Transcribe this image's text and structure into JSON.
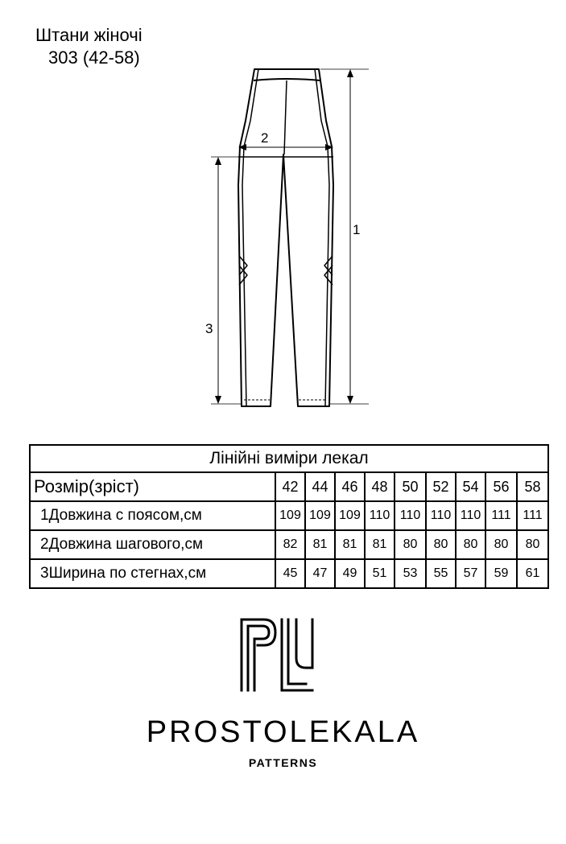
{
  "document": {
    "title_line1": "Штани жіночі",
    "title_line2": "303 (42-58)"
  },
  "drawing": {
    "labels": {
      "length": "1",
      "hip_width": "2",
      "inseam": "3"
    }
  },
  "table": {
    "caption": "Лінійні виміри лекал",
    "size_header": "Розмір(зріст)",
    "sizes": [
      "42",
      "44",
      "46",
      "48",
      "50",
      "52",
      "54",
      "56",
      "58"
    ],
    "rows": [
      {
        "label": "1Довжина с поясом,см",
        "values": [
          "109",
          "109",
          "109",
          "110",
          "110",
          "110",
          "110",
          "111",
          "111"
        ]
      },
      {
        "label": "2Довжина шагового,см",
        "values": [
          "82",
          "81",
          "81",
          "81",
          "80",
          "80",
          "80",
          "80",
          "80"
        ]
      },
      {
        "label": "3Ширина по стегнах,см",
        "values": [
          "45",
          "47",
          "49",
          "51",
          "53",
          "55",
          "57",
          "59",
          "61"
        ]
      }
    ]
  },
  "brand": {
    "name": "PROSTOLEKALA",
    "tagline": "PATTERNS"
  }
}
